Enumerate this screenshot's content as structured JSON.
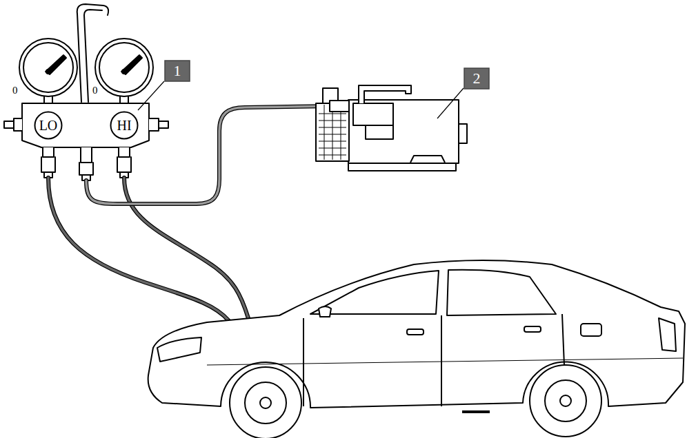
{
  "diagram": {
    "nodes": [
      {
        "text": [
          "1"
        ]
      },
      {
        "text": [
          "2"
        ]
      },
      {
        "text": [
          "LO"
        ]
      },
      {
        "text": [
          "HI"
        ]
      }
    ],
    "labels": [
      "0",
      "0"
    ]
  }
}
